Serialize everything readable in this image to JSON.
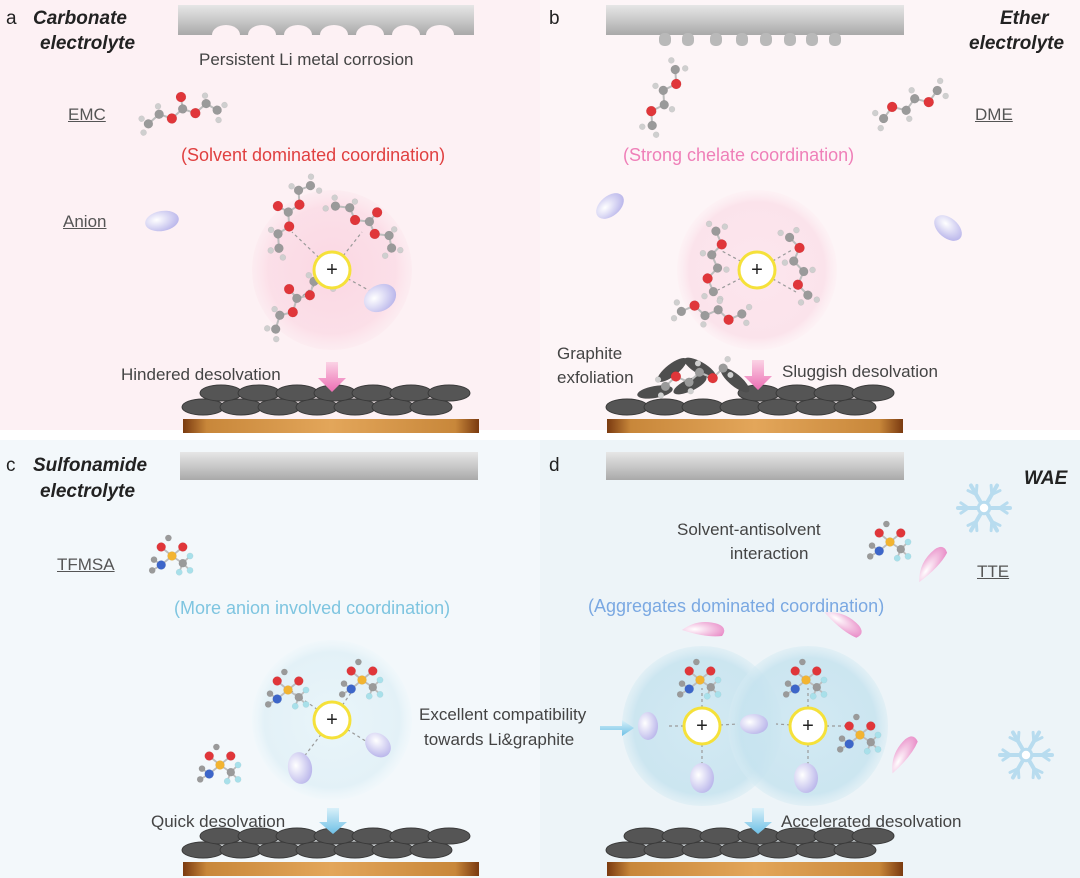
{
  "colors": {
    "panel_a_bg": "#fdf1f4",
    "panel_b_bg": "#fdf5f7",
    "panel_c_bg": "#f3f8fb",
    "panel_d_bg": "#edf4f8",
    "coord_a": "#e04040",
    "coord_b": "#ef7fb8",
    "coord_c": "#7ec5e0",
    "coord_d": "#7aa8e2",
    "anion": "#c6c8ee",
    "oxygen": "#e0363a",
    "carbon": "#9a9a9a",
    "hydrogen": "#cfcfcf",
    "sulfur": "#f2b431",
    "nitrogen": "#3d66c9",
    "fluorine": "#a8e0ea",
    "li_ring": "#f5e13a",
    "arrow_pink": "#ef7fb8",
    "arrow_blue": "#6ec0e6"
  },
  "panels": {
    "a": {
      "letter": "a",
      "title_line1": "Carbonate",
      "title_line2": "electrolyte",
      "top_caption": "Persistent Li metal corrosion",
      "solvent_label": "EMC",
      "anion_label": "Anion",
      "coordination": "(Solvent dominated coordination)",
      "desolvation": "Hindered desolvation"
    },
    "b": {
      "letter": "b",
      "title_line1": "Ether",
      "title_line2": "electrolyte",
      "solvent_label": "DME",
      "coordination": "(Strong chelate coordination)",
      "side_line1": "Graphite",
      "side_line2": "exfoliation",
      "desolvation": "Sluggish desolvation"
    },
    "c": {
      "letter": "c",
      "title_line1": "Sulfonamide",
      "title_line2": "electrolyte",
      "solvent_label": "TFMSA",
      "coordination": "(More anion involved coordination)",
      "desolvation": "Quick desolvation"
    },
    "d": {
      "letter": "d",
      "title_line1": "WAE",
      "interaction_line1": "Solvent-antisolvent",
      "interaction_line2": "interaction",
      "solvent_label": "TTE",
      "coordination": "(Aggregates dominated coordination)",
      "compat_line1": "Excellent compatibility",
      "compat_line2": "towards Li&graphite",
      "desolvation": "Accelerated desolvation"
    }
  },
  "li_symbol": "+",
  "icons": {
    "li_ion": "li-ion-icon",
    "anion": "anion-icon",
    "snowflake": "snowflake-icon",
    "arrow": "arrow-icon"
  }
}
